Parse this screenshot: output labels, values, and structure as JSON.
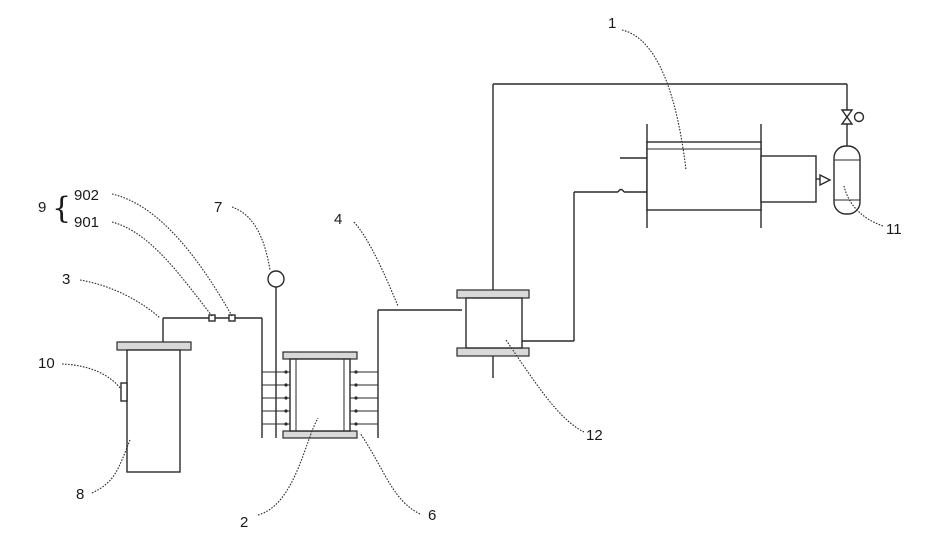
{
  "labels": {
    "l1": "1",
    "l2": "2",
    "l3": "3",
    "l4": "4",
    "l6": "6",
    "l7": "7",
    "l8": "8",
    "l9": "9",
    "l10": "10",
    "l11": "11",
    "l12": "12",
    "l901": "901",
    "l902": "902"
  }
}
